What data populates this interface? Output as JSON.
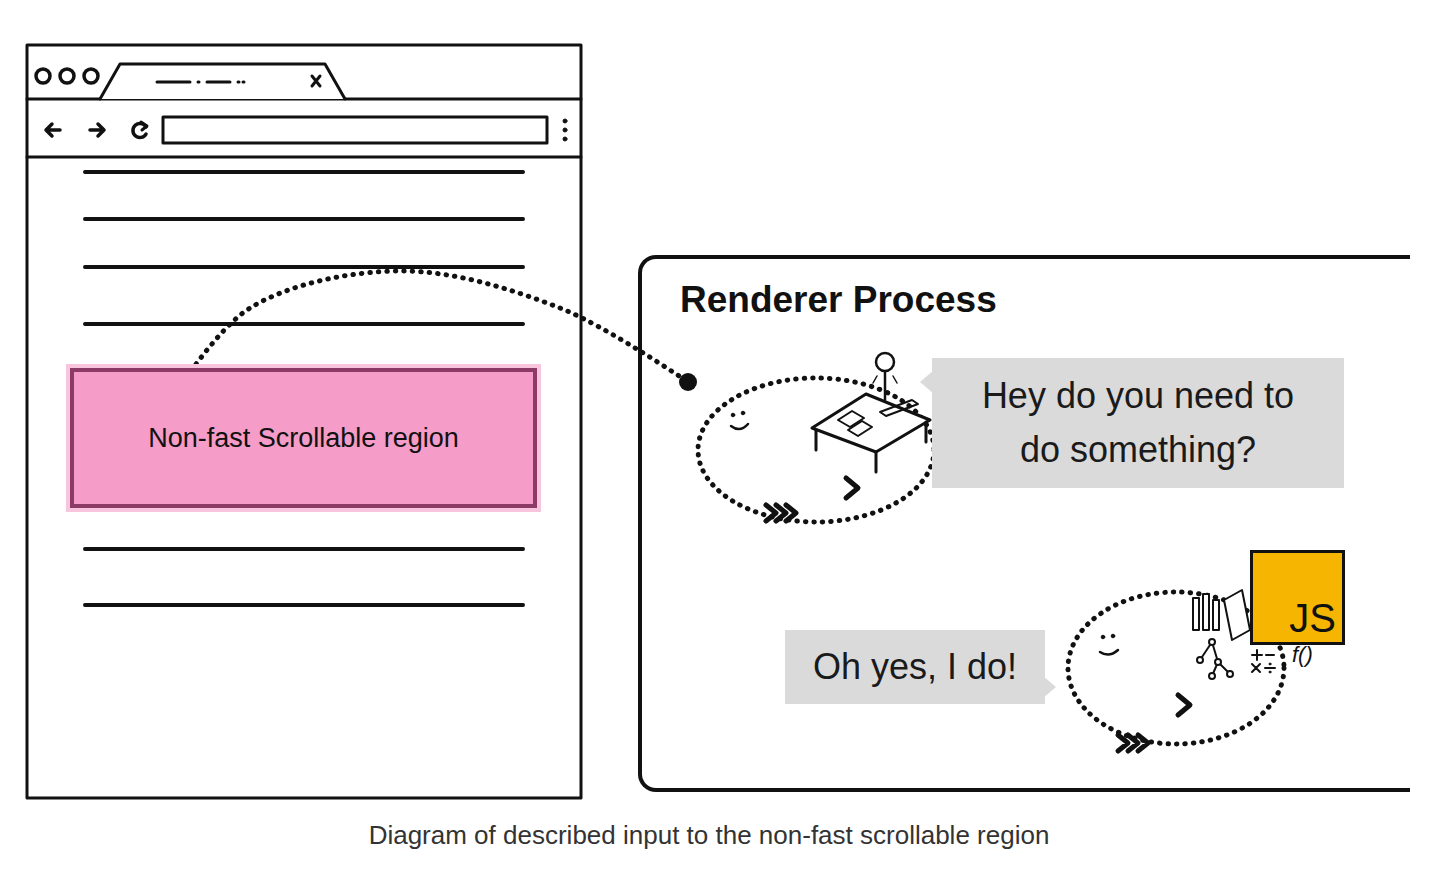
{
  "diagram": {
    "caption": "Diagram of described input to the non-fast scrollable region",
    "nodes": [
      {
        "text": [
          "Non-fast Scrollable region"
        ]
      },
      {
        "text": [
          "Renderer Process"
        ]
      },
      {
        "text": [
          "Hey do you need to do something?"
        ],
        "in": 1
      },
      {
        "text": [
          "Oh yes, I do!"
        ],
        "in": 1
      },
      {
        "text": [
          "JS"
        ],
        "in": 1
      }
    ],
    "edges": [
      {
        "from": 0,
        "to": 1,
        "arrow": "none"
      }
    ],
    "labels": [
      "f()"
    ]
  }
}
